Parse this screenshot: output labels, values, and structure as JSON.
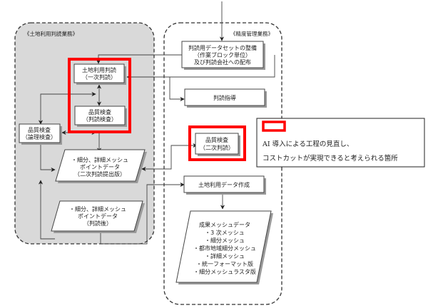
{
  "swimlanes": {
    "left": {
      "title": "《土地利用判読業務》"
    },
    "right": {
      "title": "《精度管理業務》"
    }
  },
  "nodes": {
    "dataset_prep": {
      "lines": [
        "判読用データセットの整備",
        "（作業ブロック単位）",
        "及び判読会社への配布"
      ]
    },
    "first_interpretation": {
      "lines": [
        "土地利用判読",
        "（一次判読）"
      ]
    },
    "interpretation_check": {
      "lines": [
        "品質検査",
        "（判読検査）"
      ]
    },
    "logic_check": {
      "lines": [
        "品質検査",
        "（論理検査）"
      ]
    },
    "interpretation_guidance": {
      "lines": [
        "判読指導"
      ]
    },
    "second_check": {
      "lines": [
        "品質検査",
        "（二次判読）"
      ]
    },
    "mesh_point_submit": {
      "lines": [
        "・細分、詳細メッシュ",
        "ポイントデータ",
        "（二次判読提出版）"
      ]
    },
    "mesh_point_after": {
      "lines": [
        "・細分、詳細メッシュ",
        "ポイントデータ",
        "（判読後）"
      ]
    },
    "landuse_data_creation": {
      "lines": [
        "土地利用データ作成"
      ]
    },
    "deliverables": {
      "lines": [
        "成果メッシュデータ",
        "・3 次メッシュ",
        "・細分メッシュ",
        "・都市地域細分メッシュ",
        "・詳細メッシュ",
        "・統一フォーマット版",
        "・細分メッシュラスタ版"
      ]
    }
  },
  "legend": {
    "lines": [
      "AI 導入による工程の見直し、",
      "コストカットが実現できると考えられる箇所"
    ],
    "highlight_color": "#ff0000"
  },
  "colors": {
    "lane_fill": "#d9d9d9",
    "highlight": "#ff0000"
  }
}
